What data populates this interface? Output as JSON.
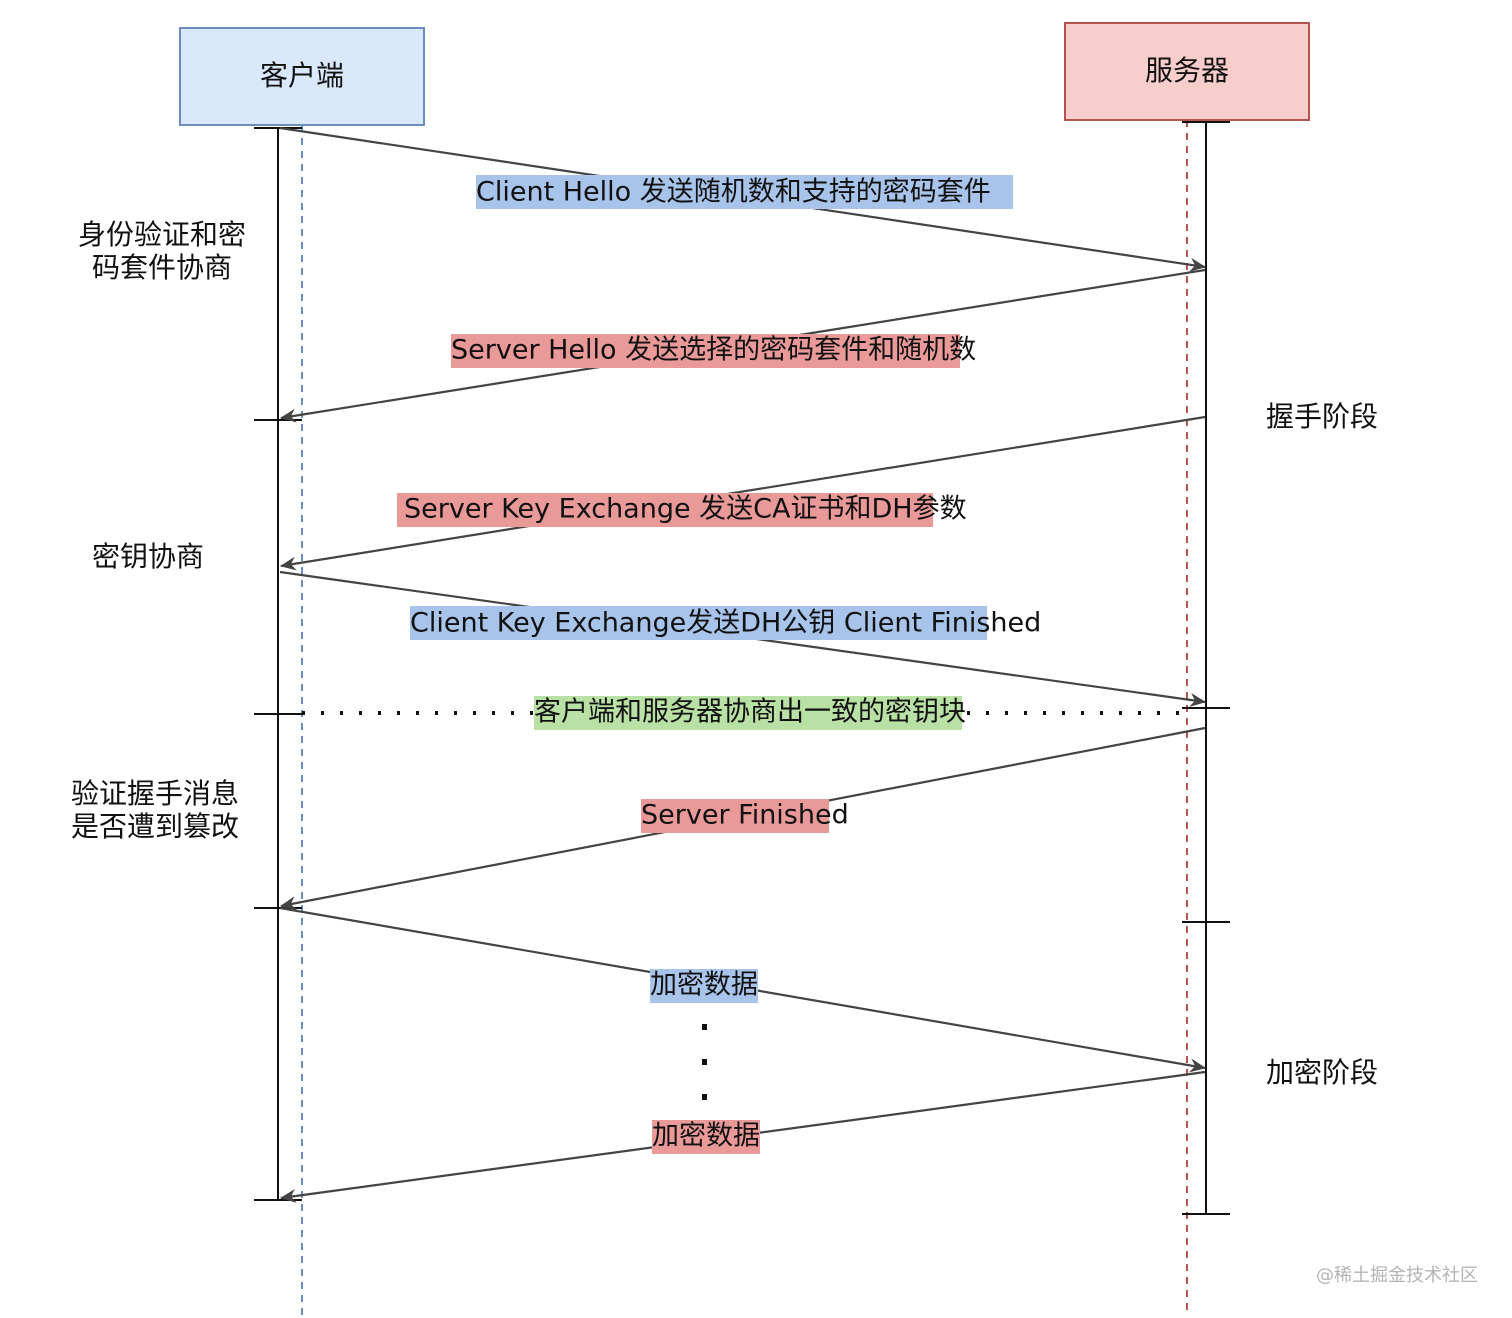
{
  "participants": {
    "client": {
      "label": "客户端",
      "fill": "#dae8fc",
      "stroke": "#6c8ebf"
    },
    "server": {
      "label": "服务器",
      "fill": "#f8cecc",
      "stroke": "#b85450"
    }
  },
  "messages": [
    {
      "id": "client-hello",
      "text": "Client Hello 发送随机数和支持的密码套件",
      "from": "client",
      "to": "server",
      "highlight": "#a9c4eb"
    },
    {
      "id": "server-hello",
      "text": "Server Hello  发送选择的密码套件和随机数",
      "from": "server",
      "to": "client",
      "highlight": "#ea9999"
    },
    {
      "id": "server-key-exchange",
      "text": "Server Key Exchange 发送CA证书和DH参数",
      "from": "server",
      "to": "client",
      "highlight": "#ea9999"
    },
    {
      "id": "client-key-exchange",
      "text": "Client Key Exchange发送DH公钥 Client Finished",
      "from": "client",
      "to": "server",
      "highlight": "#a9c4eb"
    },
    {
      "id": "server-finished",
      "text": "Server Finished",
      "from": "server",
      "to": "client",
      "highlight": "#ea9999"
    },
    {
      "id": "encrypted-data-1",
      "text": "加密数据",
      "from": "client",
      "to": "server",
      "highlight": "#a9c4eb"
    },
    {
      "id": "encrypted-data-2",
      "text": "加密数据",
      "from": "server",
      "to": "client",
      "highlight": "#ea9999"
    }
  ],
  "agreement_note": {
    "text": "客户端和服务器协商出一致的密钥块",
    "highlight": "#b9e0a5"
  },
  "client_phases": [
    {
      "id": "auth-cipher",
      "lines": [
        "身份验证和密",
        "码套件协商"
      ]
    },
    {
      "id": "key-negotiation",
      "lines": [
        "密钥协商"
      ]
    },
    {
      "id": "verify-handshake",
      "lines": [
        "验证握手消息",
        "是否遭到篡改"
      ]
    }
  ],
  "server_phases": [
    {
      "id": "handshake-phase",
      "label": "握手阶段"
    },
    {
      "id": "encryption-phase",
      "label": "加密阶段"
    }
  ],
  "watermark": "@稀土掘金技术社区"
}
